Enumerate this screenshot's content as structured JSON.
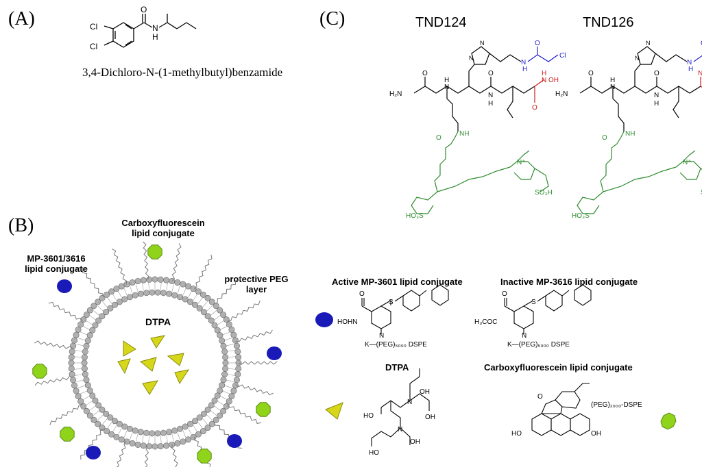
{
  "panels": {
    "a": "(A)",
    "b": "(B)",
    "c": "(C)"
  },
  "panel_a": {
    "compound_name": "3,4-Dichloro-N-(1-methylbutyl)benzamide",
    "atoms": {
      "cl1": "Cl",
      "cl2": "Cl",
      "o": "O",
      "n": "N",
      "h": "H"
    }
  },
  "panel_b": {
    "label_mp": "MP-3601/3616\nlipid conjugate",
    "label_cf": "Carboxyfluorescein\nlipid conjugate",
    "label_peg": "protective PEG\nlayer",
    "label_dtpa": "DTPA"
  },
  "panel_c": {
    "tnd124": "TND124",
    "tnd126": "TND126",
    "atoms": {
      "h2n": "H₂N",
      "o": "O",
      "n": "N",
      "h": "H",
      "nh": "NH",
      "cl": "Cl",
      "oh": "OH",
      "n_plus": "N⁺",
      "so3h": "SO₃H",
      "ho3s": "HO₃S"
    }
  },
  "legend": {
    "active_title": "Active MP-3601 lipid conjugate",
    "inactive_title": "Inactive MP-3616 lipid conjugate",
    "dtpa_title": "DTPA",
    "cf_title": "Carboxyfluorescein lipid conjugate",
    "hoohn": "HOHN",
    "h3coc": "H₃COC",
    "peg5000": "K—(PEG)₅₀₀₀ DSPE",
    "peg2000": "(PEG)₂₀₀₀-DSPE",
    "s": "S",
    "o": "O",
    "n": "N",
    "ho": "HO",
    "oh": "OH",
    "hooc": "HO"
  },
  "colors": {
    "blue_dot": "#1a1ab8",
    "green_dot": "#8fd41a",
    "yellow_triangle": "#d7d71a",
    "green_dye": "#2e8b2e",
    "blue_group": "#1a1acc",
    "red_group": "#cc1a1a",
    "lipid_gray": "#b0b0b0"
  }
}
